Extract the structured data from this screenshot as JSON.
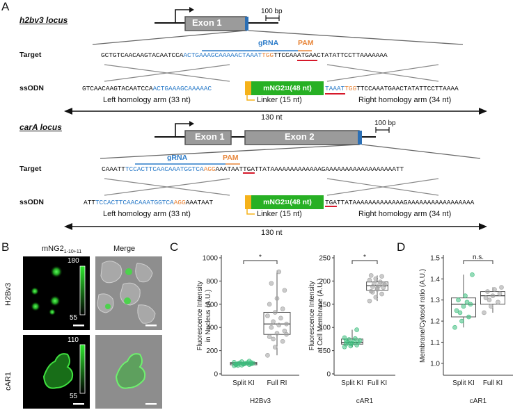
{
  "panelA": {
    "letter": "A",
    "locus1": "h2bv3 locus",
    "locus2": "carA locus",
    "exon1": "Exon 1",
    "exon2": "Exon 2",
    "scale_bar": "100 bp",
    "target_label": "Target",
    "ssodn_label": "ssODN",
    "grna": "gRNA",
    "pam": "PAM",
    "h2b_target": {
      "p1": "GCTGTCAACAAGTACAATCCA",
      "grna": "ACTGAAAGCAAAAACTAAAT",
      "pam": "TGG",
      "p2": "TTCCAAATGAACTATATTCCTTAAAAAAA"
    },
    "h2b_ssodn": {
      "p1": "GTCAACAAGTACAATCCA",
      "blue": "ACTGAAAGCAAAAAC",
      "mng": "mNG2",
      "mng_sub": "11",
      "mng_rest": " (48 nt)",
      "blue2": "TAAAT",
      "pam": "TGG",
      "p2": "TTCCAAATGAACTATATTCCTTAAAA"
    },
    "car_target": {
      "p1": "CAAATT",
      "grna": "TCCACTTCAACAAATGGTCA",
      "pam": "AGG",
      "p2": "AAATAAT",
      "stop": "TGA",
      "p3": "TTATAAAAAAAAAAAAAGAAAAAAAAAAAAAAAAAATT"
    },
    "car_ssodn": {
      "p1": "ATT",
      "blue": "TCCACTTCAACAAATGGTCA",
      "pam": "AGG",
      "p2": "AAATAAT",
      "stop": "TGA",
      "p3": "TTATAAAAAAAAAAAAAGAAAAAAAAAAAAAAAAA"
    },
    "left_arm": "Left homology arm (33 nt)",
    "right_arm": "Right homology arm (34 nt)",
    "linker": "Linker (15 nt)",
    "total": "130 nt"
  },
  "panelB": {
    "letter": "B",
    "col1": "mNG2",
    "col1_sub": "1-10+11",
    "col2": "Merge",
    "row1": "H2Bv3",
    "row2": "cAR1",
    "cb1_max": "180",
    "cb1_min": "55",
    "cb2_max": "110",
    "cb2_min": "55"
  },
  "panelC": {
    "letter": "C"
  },
  "panelD": {
    "letter": "D"
  },
  "chart_data": [
    {
      "type": "box",
      "ylabel": "Fluorescence Intensity in Nucleus (A.U.)",
      "xlabel": "H2Bv3",
      "categories": [
        "Split KI",
        "Full RI"
      ],
      "ylim": [
        0,
        1000
      ],
      "yticks": [
        0,
        200,
        400,
        600,
        800,
        1000
      ],
      "significance": "*",
      "boxes": [
        {
          "min": 65,
          "q1": 78,
          "median": 88,
          "q3": 98,
          "max": 115
        },
        {
          "min": 160,
          "q1": 340,
          "median": 430,
          "q3": 530,
          "max": 890
        }
      ],
      "points": [
        [
          70,
          75,
          80,
          82,
          85,
          86,
          88,
          90,
          92,
          94,
          96,
          100,
          105,
          110,
          78,
          84,
          98,
          72
        ],
        [
          160,
          230,
          280,
          320,
          350,
          370,
          400,
          420,
          430,
          450,
          480,
          500,
          530,
          560,
          600,
          650,
          720,
          780,
          880,
          340,
          300
        ]
      ]
    },
    {
      "type": "box",
      "ylabel": "Fluorescence Intensity at Cell Membrane (A.U.)",
      "xlabel": "cAR1",
      "categories": [
        "Split KI",
        "Full KI"
      ],
      "ylim": [
        0,
        250
      ],
      "yticks": [
        0,
        50,
        100,
        150,
        200,
        250
      ],
      "significance": "*",
      "boxes": [
        {
          "min": 58,
          "q1": 64,
          "median": 68,
          "q3": 75,
          "max": 95
        },
        {
          "min": 157,
          "q1": 180,
          "median": 190,
          "q3": 198,
          "max": 212
        }
      ],
      "points": [
        [
          58,
          60,
          62,
          64,
          66,
          68,
          69,
          70,
          72,
          74,
          76,
          78,
          65,
          95,
          71
        ],
        [
          157,
          165,
          172,
          178,
          182,
          186,
          188,
          190,
          192,
          195,
          198,
          202,
          205,
          210,
          212,
          184,
          194,
          176
        ]
      ]
    },
    {
      "type": "box",
      "ylabel": "Membrane/Cytosol ratio (A.U.)",
      "xlabel": "cAR1",
      "categories": [
        "Split KI",
        "Full KI"
      ],
      "ylim": [
        0.95,
        1.5
      ],
      "yticks": [
        1.0,
        1.1,
        1.2,
        1.3,
        1.4,
        1.5
      ],
      "significance": "n.s.",
      "boxes": [
        {
          "min": 1.17,
          "q1": 1.22,
          "median": 1.28,
          "q3": 1.31,
          "max": 1.42
        },
        {
          "min": 1.24,
          "q1": 1.28,
          "median": 1.32,
          "q3": 1.34,
          "max": 1.36
        }
      ],
      "points": [
        [
          1.17,
          1.2,
          1.22,
          1.25,
          1.27,
          1.28,
          1.3,
          1.32,
          1.42,
          1.24,
          1.29
        ],
        [
          1.24,
          1.27,
          1.29,
          1.31,
          1.32,
          1.33,
          1.34,
          1.35,
          1.36,
          1.3
        ]
      ]
    }
  ]
}
